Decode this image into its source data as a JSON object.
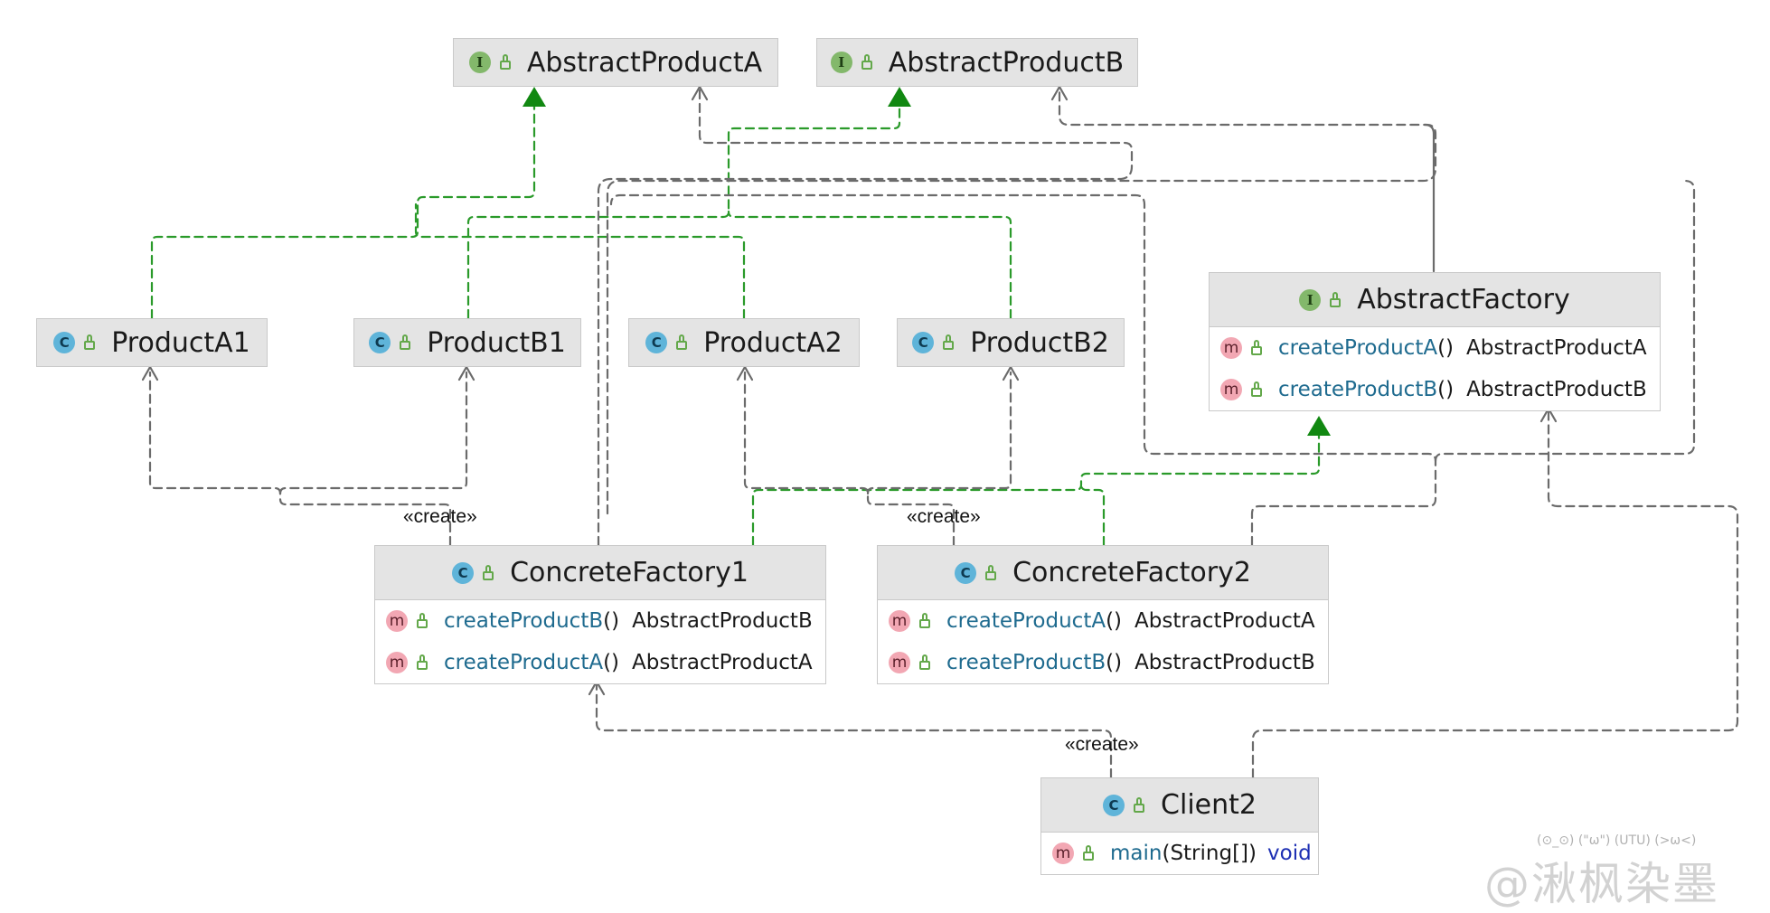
{
  "interfaces": {
    "abstract_product_a": {
      "badge": "I",
      "name": "AbstractProductA"
    },
    "abstract_product_b": {
      "badge": "I",
      "name": "AbstractProductB"
    },
    "abstract_factory": {
      "badge": "I",
      "name": "AbstractFactory",
      "methods": [
        {
          "badge": "m",
          "name": "createProductA",
          "params": "()",
          "type": "AbstractProductA"
        },
        {
          "badge": "m",
          "name": "createProductB",
          "params": "()",
          "type": "AbstractProductB"
        }
      ]
    }
  },
  "classes": {
    "product_a1": {
      "badge": "C",
      "name": "ProductA1"
    },
    "product_b1": {
      "badge": "C",
      "name": "ProductB1"
    },
    "product_a2": {
      "badge": "C",
      "name": "ProductA2"
    },
    "product_b2": {
      "badge": "C",
      "name": "ProductB2"
    },
    "concrete_factory1": {
      "badge": "C",
      "name": "ConcreteFactory1",
      "methods": [
        {
          "badge": "m",
          "name": "createProductB",
          "params": "()",
          "type": "AbstractProductB"
        },
        {
          "badge": "m",
          "name": "createProductA",
          "params": "()",
          "type": "AbstractProductA"
        }
      ]
    },
    "concrete_factory2": {
      "badge": "C",
      "name": "ConcreteFactory2",
      "methods": [
        {
          "badge": "m",
          "name": "createProductA",
          "params": "()",
          "type": "AbstractProductA"
        },
        {
          "badge": "m",
          "name": "createProductB",
          "params": "()",
          "type": "AbstractProductB"
        }
      ]
    },
    "client2": {
      "badge": "C",
      "name": "Client2",
      "methods": [
        {
          "badge": "m",
          "name": "main",
          "params": "(String[])",
          "type": "void"
        }
      ]
    }
  },
  "stereotypes": {
    "factory1_create": "«create»",
    "factory2_create": "«create»",
    "client_create": "«create»"
  },
  "watermark": {
    "faces": "(⊙_⊙)  (\"ω\")  (UTU)  (>ω<)",
    "text": "@湫枫染墨"
  },
  "colors": {
    "header_bg": "#e4e4e4",
    "realization_line": "#2a9a2a",
    "realization_arrow": "#118811",
    "dependency_line": "#6b6b6b",
    "method_name": "#1f6b8f",
    "void_keyword": "#1d2fb3"
  }
}
